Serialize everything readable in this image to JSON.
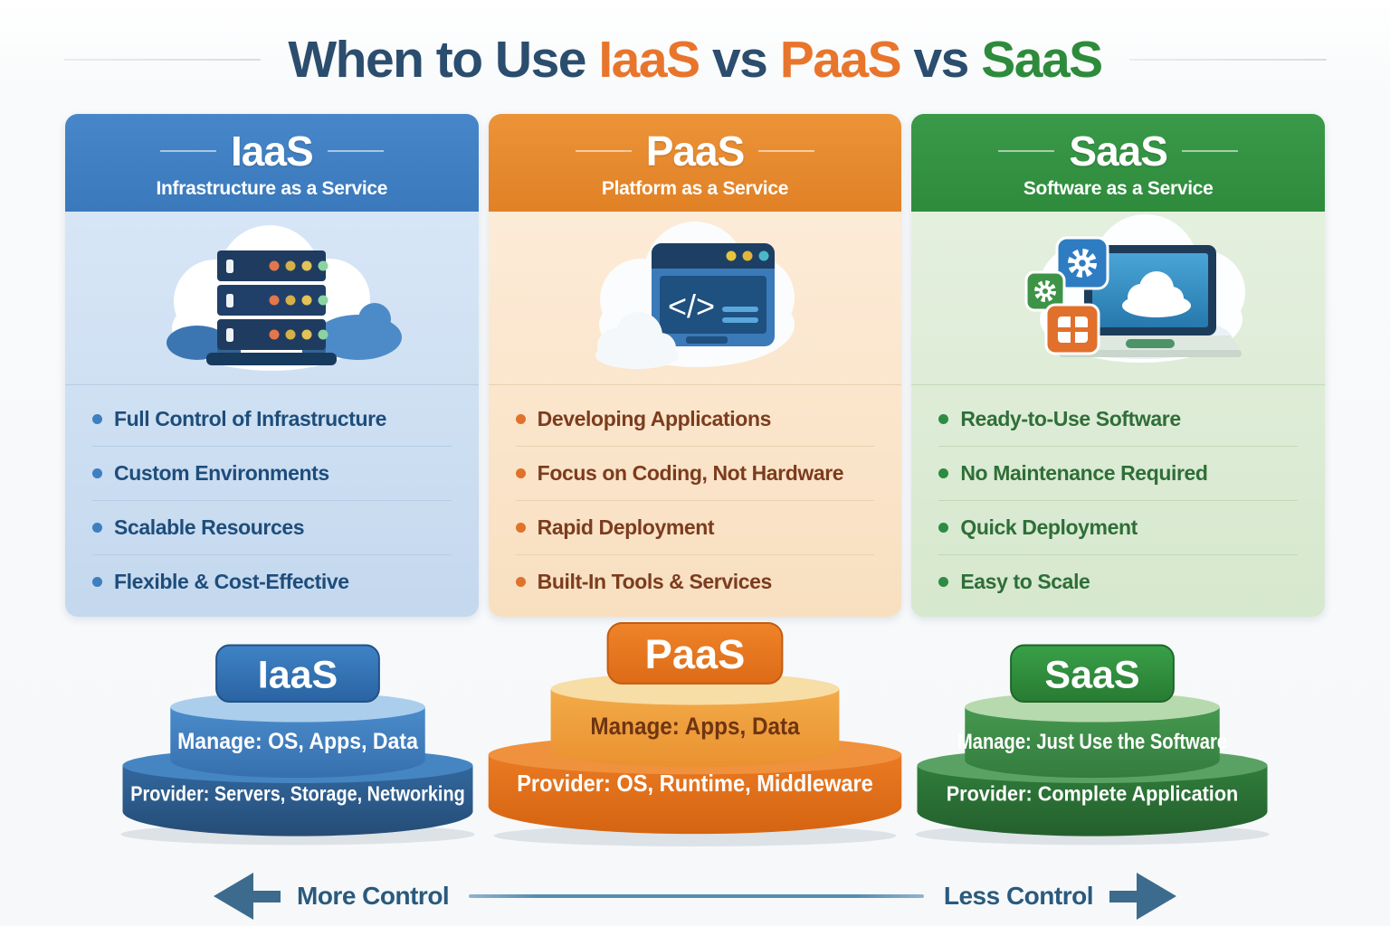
{
  "title": {
    "segments": [
      {
        "text": "When to Use ",
        "color": "#2b4d6e"
      },
      {
        "text": "IaaS",
        "color": "#e8752c"
      },
      {
        "text": " vs ",
        "color": "#2b4d6e"
      },
      {
        "text": "PaaS",
        "color": "#e8752c"
      },
      {
        "text": " vs ",
        "color": "#2b4d6e"
      },
      {
        "text": "SaaS",
        "color": "#2e8b3c"
      }
    ]
  },
  "cards": [
    {
      "id": "iaas",
      "acronym": "IaaS",
      "subtitle": "Infrastructure as a Service",
      "icon": "cloud-server-icon",
      "bullets": [
        "Full Control of Infrastructure",
        "Custom Environments",
        "Scalable Resources",
        "Flexible & Cost-Effective"
      ],
      "colors": {
        "header": "#3d7fc1",
        "body": "#d5e4f5",
        "text": "#1e4d7b",
        "bullet_dot": "#3d7fc1"
      }
    },
    {
      "id": "paas",
      "acronym": "PaaS",
      "subtitle": "Platform as a Service",
      "icon": "cloud-code-window-icon",
      "code_glyph": "</>",
      "bullets": [
        "Developing Applications",
        "Focus on Coding, Not Hardware",
        "Rapid Deployment",
        "Built-In Tools & Services"
      ],
      "colors": {
        "header": "#e8882e",
        "body": "#fbe8d2",
        "text": "#7c3c1e",
        "bullet_dot": "#e0722c"
      }
    },
    {
      "id": "saas",
      "acronym": "SaaS",
      "subtitle": "Software as a Service",
      "icon": "cloud-laptop-apps-icon",
      "bullets": [
        "Ready-to-Use Software",
        "No Maintenance Required",
        "Quick Deployment",
        "Easy to Scale"
      ],
      "colors": {
        "header": "#30913f",
        "body": "#e2eedb",
        "text": "#2f6e38",
        "bullet_dot": "#2e8b44"
      }
    }
  ],
  "stacks": [
    {
      "id": "iaas",
      "label": "IaaS",
      "manage": "Manage: OS, Apps, Data",
      "provider": "Provider: Servers, Storage, Networking"
    },
    {
      "id": "paas",
      "label": "PaaS",
      "manage": "Manage: Apps, Data",
      "provider": "Provider: OS, Runtime, Middleware"
    },
    {
      "id": "saas",
      "label": "SaaS",
      "manage": "Manage: Just Use the Software",
      "provider": "Provider: Complete Application"
    }
  ],
  "control_axis": {
    "left_label": "More Control",
    "right_label": "Less Control"
  },
  "palette": {
    "iaas_primary": "#3d7fc1",
    "paas_primary": "#e8882e",
    "saas_primary": "#30913f",
    "title_navy": "#2b4d6e",
    "title_orange": "#e8752c",
    "title_green": "#2e8b3c",
    "axis_color": "#3c6b8d",
    "axis_text": "#2a5a7d"
  }
}
